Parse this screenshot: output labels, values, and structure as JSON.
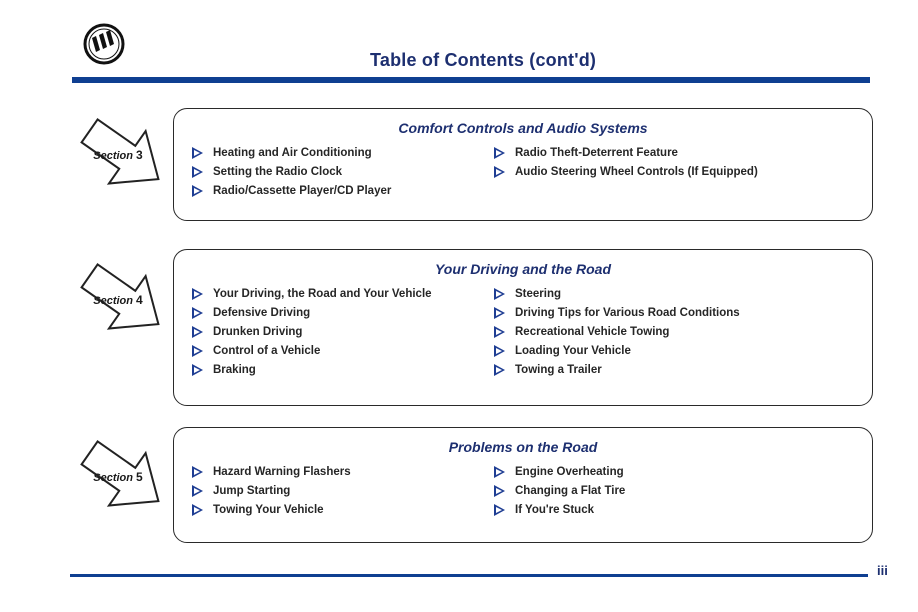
{
  "header": {
    "title": "Table of Contents (cont'd)",
    "logo": "buick-tri-shield-logo"
  },
  "sections": [
    {
      "label": "Section",
      "number": "3",
      "title": "Comfort Controls and Audio Systems",
      "left_items": [
        "Heating and Air Conditioning",
        "Setting the Radio Clock",
        "Radio/Cassette Player/CD Player"
      ],
      "right_items": [
        "Radio Theft-Deterrent Feature",
        "Audio Steering Wheel Controls (If Equipped)"
      ]
    },
    {
      "label": "Section",
      "number": "4",
      "title": "Your Driving and the Road",
      "left_items": [
        "Your Driving, the Road and Your Vehicle",
        "Defensive Driving",
        "Drunken Driving",
        "Control of a Vehicle",
        "Braking"
      ],
      "right_items": [
        "Steering",
        "Driving Tips for Various Road Conditions",
        "Recreational Vehicle Towing",
        "Loading Your Vehicle",
        "Towing a Trailer"
      ]
    },
    {
      "label": "Section",
      "number": "5",
      "title": "Problems on the Road",
      "left_items": [
        "Hazard Warning Flashers",
        "Jump Starting",
        "Towing Your Vehicle"
      ],
      "right_items": [
        "Engine Overheating",
        "Changing a Flat Tire",
        "If You're Stuck"
      ]
    }
  ],
  "footer": {
    "page_number": "iii"
  },
  "colors": {
    "accent_blue": "#0f3f91",
    "title_blue": "#1d2f70",
    "bullet_blue": "#1f3e93"
  }
}
